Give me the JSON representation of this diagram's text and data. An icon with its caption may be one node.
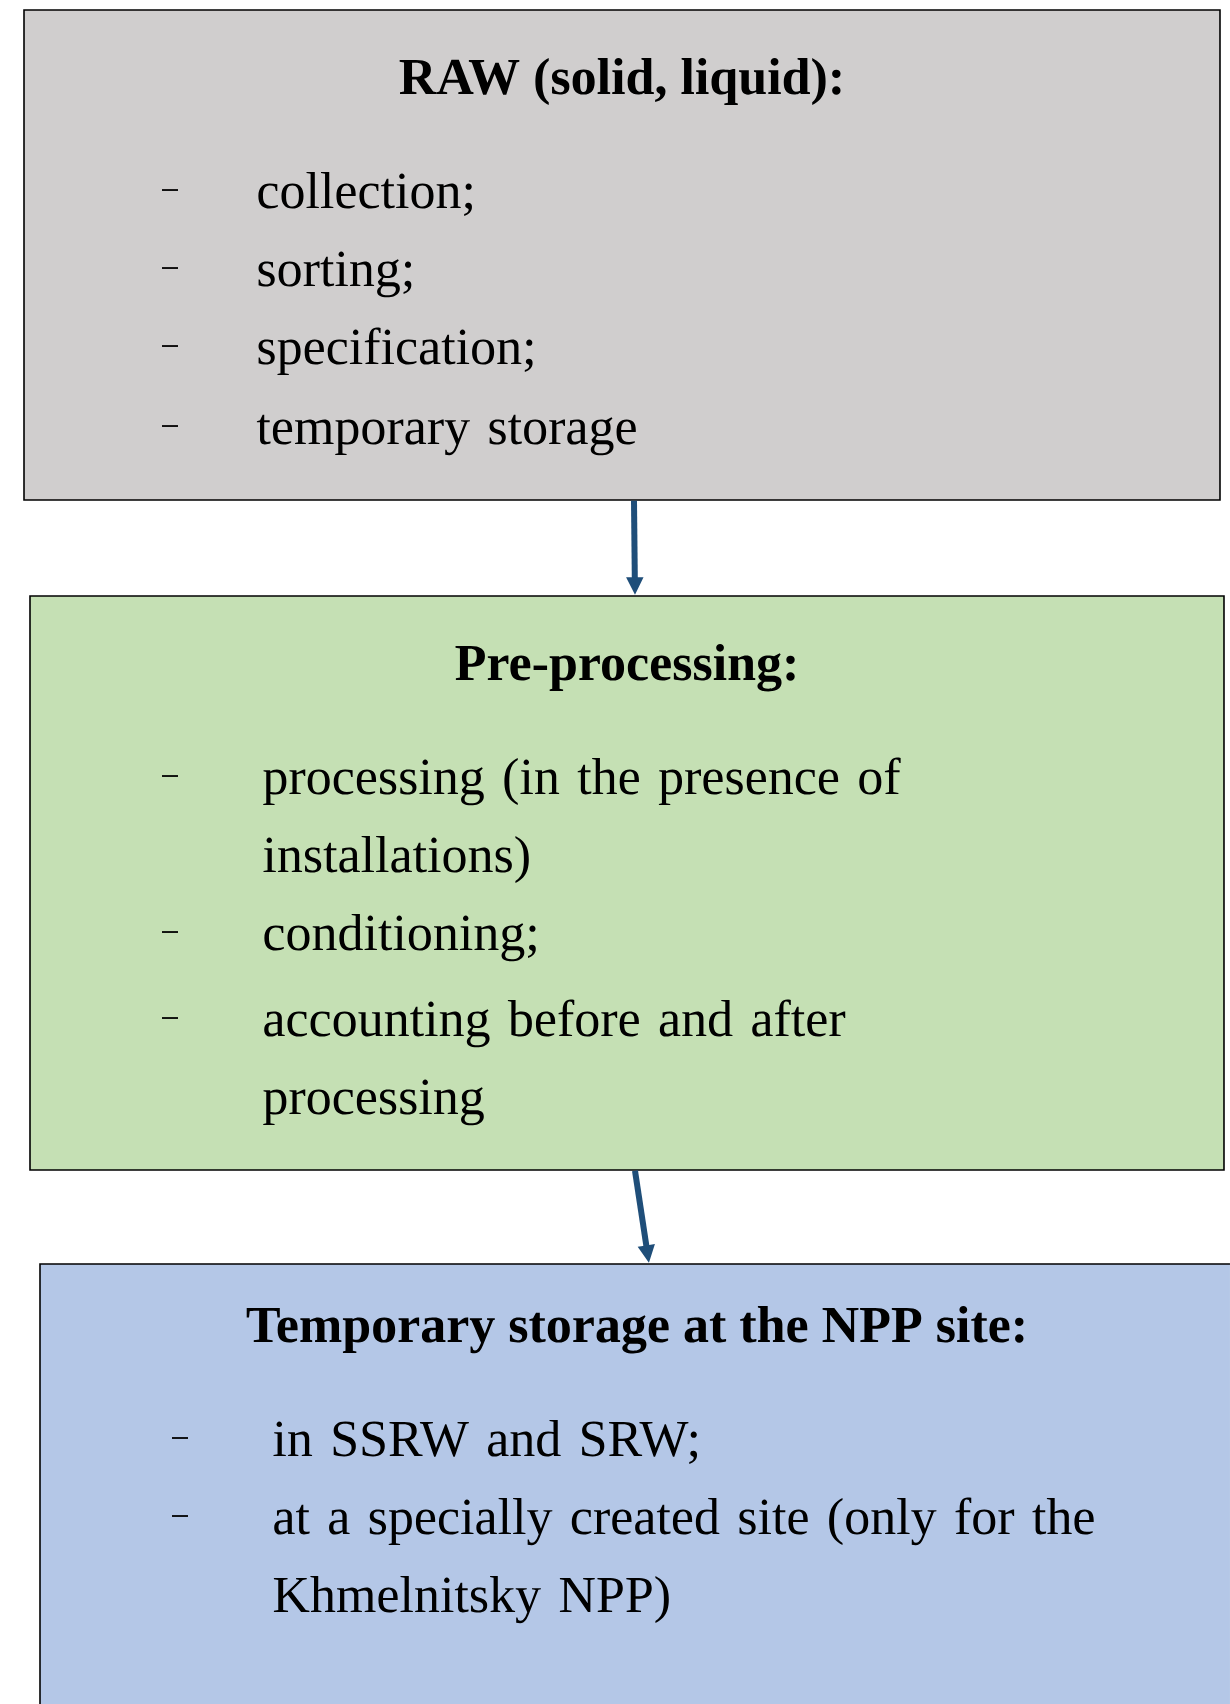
{
  "diagram": {
    "nodes": [
      {
        "text": [
          "RAW (solid, liquid):",
          "collection;",
          "sorting;",
          "specification;",
          "temporary storage"
        ]
      },
      {
        "text": [
          "Pre-processing:",
          "processing (in the presence of installations)",
          "conditioning;",
          "accounting before and after processing"
        ]
      },
      {
        "text": [
          "Temporary storage at the NPP site:",
          "in SSRW and SRW;",
          "at a specially created site (only for the Khmelnitsky NPP)"
        ]
      }
    ],
    "edges": [
      {
        "from": 0,
        "to": 1,
        "arrow": "to"
      },
      {
        "from": 1,
        "to": 2,
        "arrow": "to"
      }
    ]
  }
}
